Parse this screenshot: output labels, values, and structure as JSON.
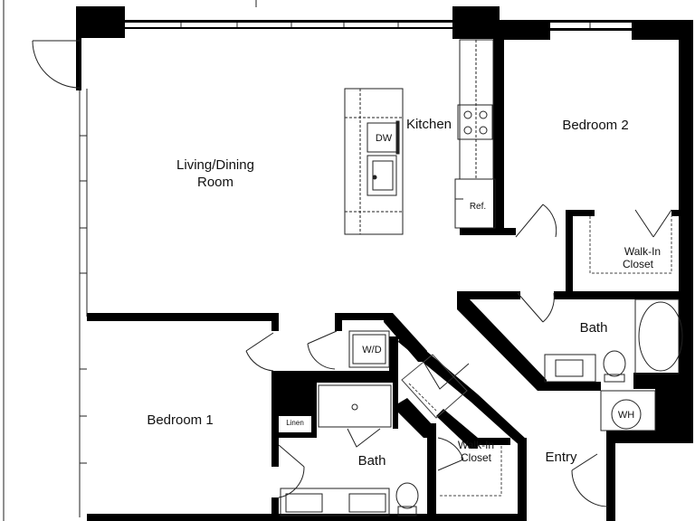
{
  "rooms": {
    "living_dining_line1": "Living/Dining",
    "living_dining_line2": "Room",
    "kitchen": "Kitchen",
    "bedroom2": "Bedroom 2",
    "walkin_closet_1_line1": "Walk-In",
    "walkin_closet_1_line2": "Closet",
    "bath_upper": "Bath",
    "bedroom1": "Bedroom 1",
    "bath_lower": "Bath",
    "walkin_closet_2_line1": "Walk-In",
    "walkin_closet_2_line2": "Closet",
    "entry": "Entry"
  },
  "fixtures": {
    "dishwasher": "DW",
    "refrigerator": "Ref.",
    "washer_dryer": "W/D",
    "water_heater": "WH",
    "linen": "Linen"
  }
}
